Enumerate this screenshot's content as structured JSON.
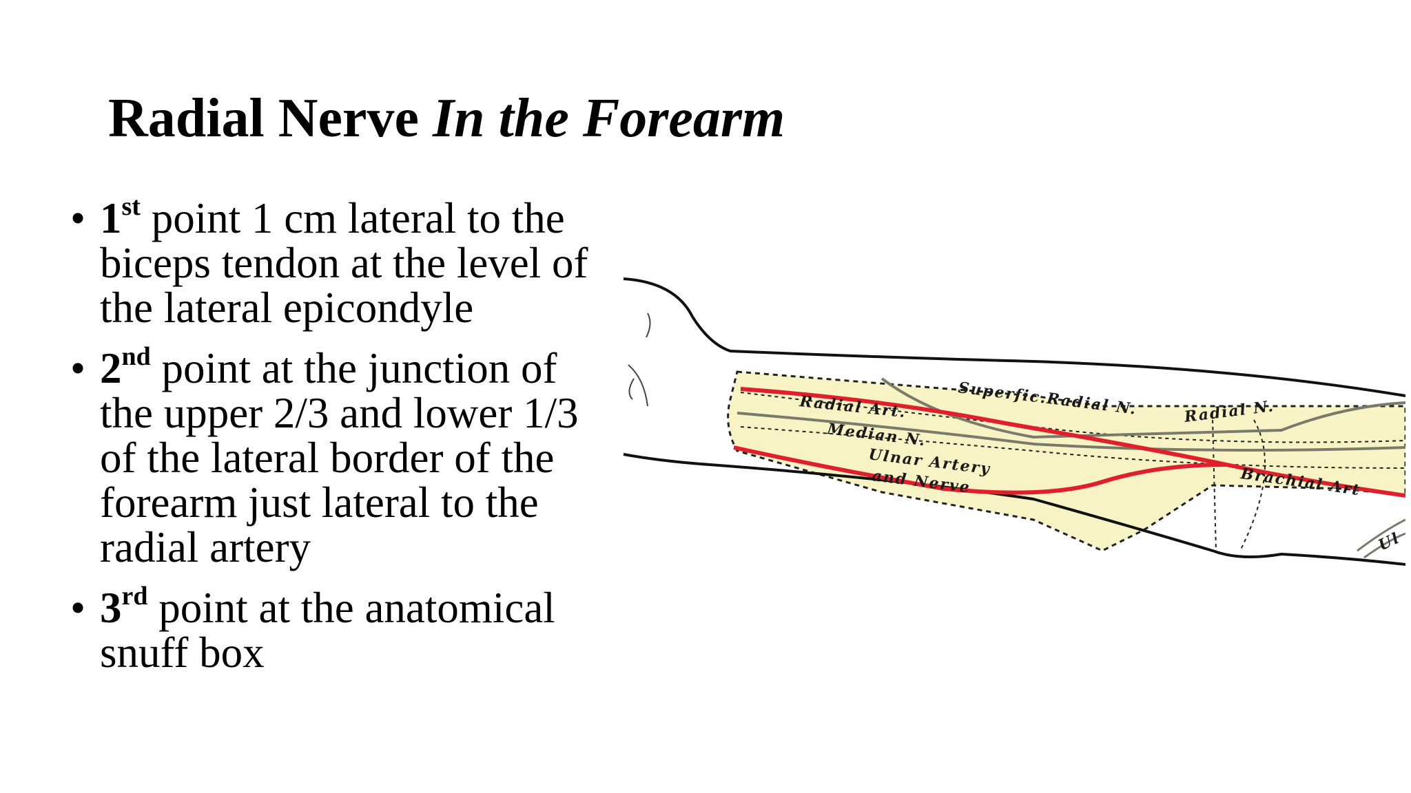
{
  "title": {
    "bold": "Radial Nerve ",
    "italic": "In the Forearm"
  },
  "bullets": [
    {
      "number": "1",
      "suffix": "st",
      "text": " point 1 cm lateral to the biceps tendon at the level of the lateral epicondyle"
    },
    {
      "number": "2",
      "suffix": "nd",
      "text": " point at the junction of the upper 2/3 and lower 1/3 of the lateral border of the forearm just lateral to the radial artery"
    },
    {
      "number": "3",
      "suffix": "rd",
      "text": " point at the anatomical snuff box"
    }
  ],
  "bullet_glyph": "•",
  "figure": {
    "labels": {
      "radial_art": "Radial Art.",
      "superfic_radial": "Superfic.Radial N.",
      "radial_n": "Radial N.",
      "median_n": "Median N.",
      "ulnar_artery": "Ulnar Artery",
      "and_nerve": "and Nerve",
      "brachial_art": "Brachial Art",
      "ul_partial": "Ul"
    },
    "colors": {
      "artery": "#e01f2c",
      "fascia": "#f7f3c4",
      "outline": "#111111"
    }
  }
}
